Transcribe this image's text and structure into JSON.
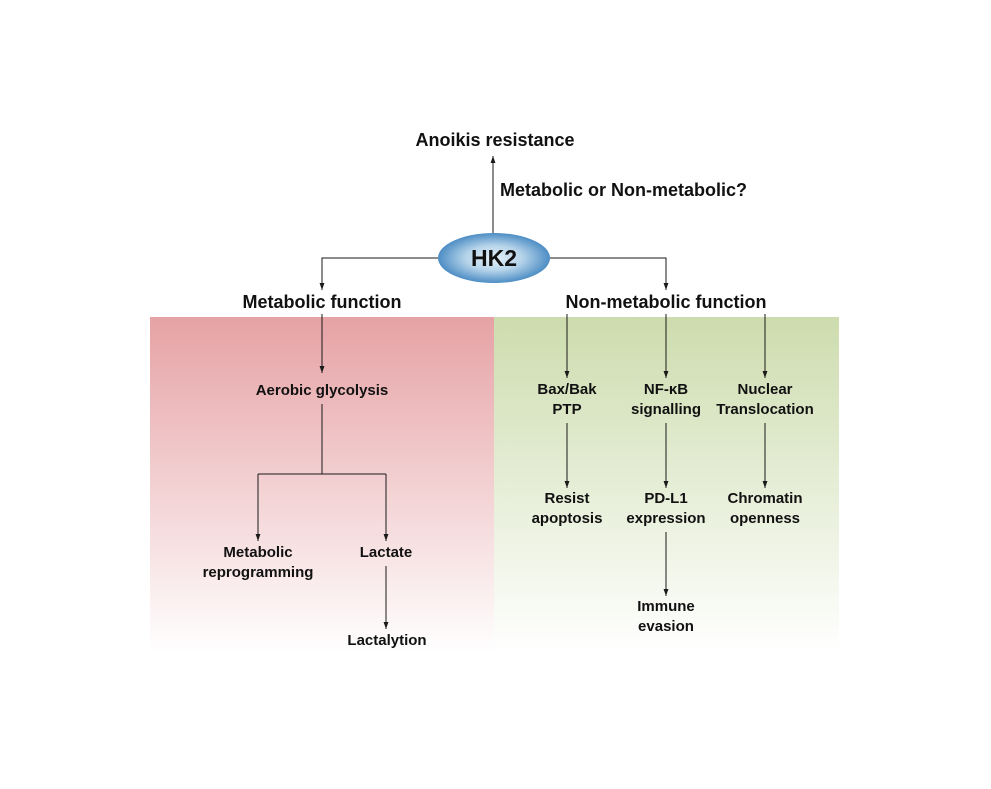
{
  "outcome": "Anoikis resistance",
  "question": "Metabolic or Non-metabolic?",
  "hub": "HK2",
  "metabolic": {
    "heading": "Metabolic function",
    "aerobic_glycolysis": "Aerobic glycolysis",
    "metabolic_reprogramming": [
      "Metabolic",
      "reprogramming"
    ],
    "lactate": "Lactate",
    "lactylation": "Lactalytion"
  },
  "non_metabolic": {
    "heading": "Non-metabolic function",
    "bax_bak_ptp": [
      "Bax/Bak",
      "PTP"
    ],
    "nfkb_signalling": [
      "NF-κB",
      "signalling"
    ],
    "nuclear_translocation": [
      "Nuclear",
      "Translocation"
    ],
    "resist_apoptosis": [
      "Resist",
      "apoptosis"
    ],
    "pdl1_expression": [
      "PD-L1",
      "expression"
    ],
    "chromatin_openness": [
      "Chromatin",
      "openness"
    ],
    "immune_evasion": [
      "Immune",
      "evasion"
    ]
  },
  "colors": {
    "metabolic_panel": "#e6a2a5",
    "non_metabolic_panel": "#cddcae",
    "panel_fade": "#ffffff",
    "hk2_center": "#e6f1f9",
    "hk2_mid": "#b6d4ea",
    "hk2_edge": "#4d8dc4",
    "arrow": "#1a1a1a",
    "text": "#111111"
  }
}
